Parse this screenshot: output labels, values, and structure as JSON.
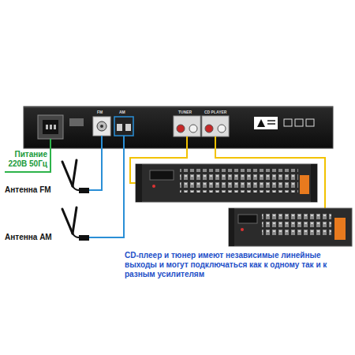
{
  "diagram": {
    "labels": [
      "Питание 220В 50Гц",
      "Антенна FM",
      "Антенна AM",
      "CD-плеер и тюнер имеют независимые линейные выходы и могут подключаться как к одному так и к разным усилителям",
      "FM",
      "AM",
      "TUNER",
      "CD PLAYER"
    ]
  }
}
